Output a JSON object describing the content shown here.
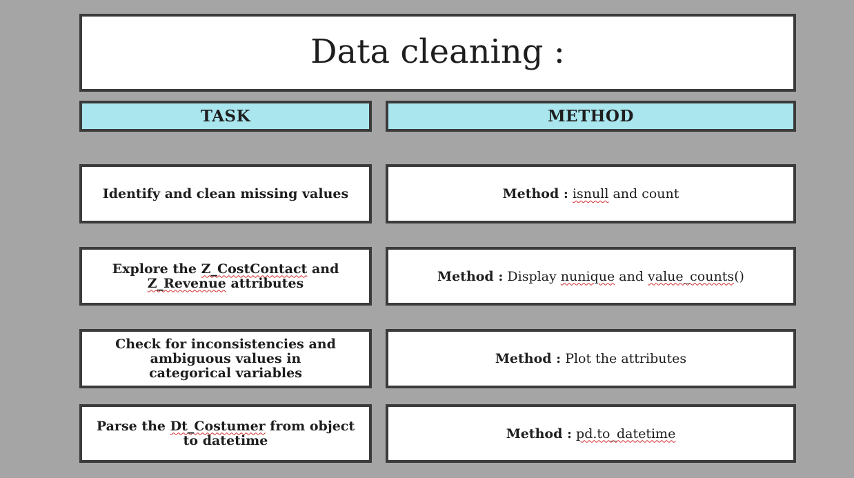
{
  "title": "Data cleaning :",
  "headers": {
    "task": "TASK",
    "method": "METHOD"
  },
  "rows": [
    {
      "task": [
        "Identify and clean missing values"
      ],
      "method_label": "Method :",
      "method": [
        " ",
        "isnull",
        " and count"
      ]
    },
    {
      "task": [
        "Explore the ",
        "Z_CostContact",
        " and ",
        "Z_Revenue",
        " attributes"
      ],
      "method_label": "Method :",
      "method": [
        " Display ",
        "nunique",
        " and ",
        "value_counts",
        "()"
      ]
    },
    {
      "task": [
        "Check for inconsistencies and ambiguous values in categorical variables"
      ],
      "method_label": "Method :",
      "method": [
        " Plot the attributes"
      ]
    },
    {
      "task": [
        "Parse the ",
        "Dt_Costumer",
        " from object to datetime"
      ],
      "method_label": "Method :",
      "method": [
        " ",
        "pd.to_datetime"
      ]
    }
  ],
  "colors": {
    "background": "#a5a5a5",
    "header_fill": "#a9e6ee",
    "box_fill": "#ffffff",
    "border": "#3b3b3b",
    "spellcheck_underline": "#d12b2b"
  }
}
